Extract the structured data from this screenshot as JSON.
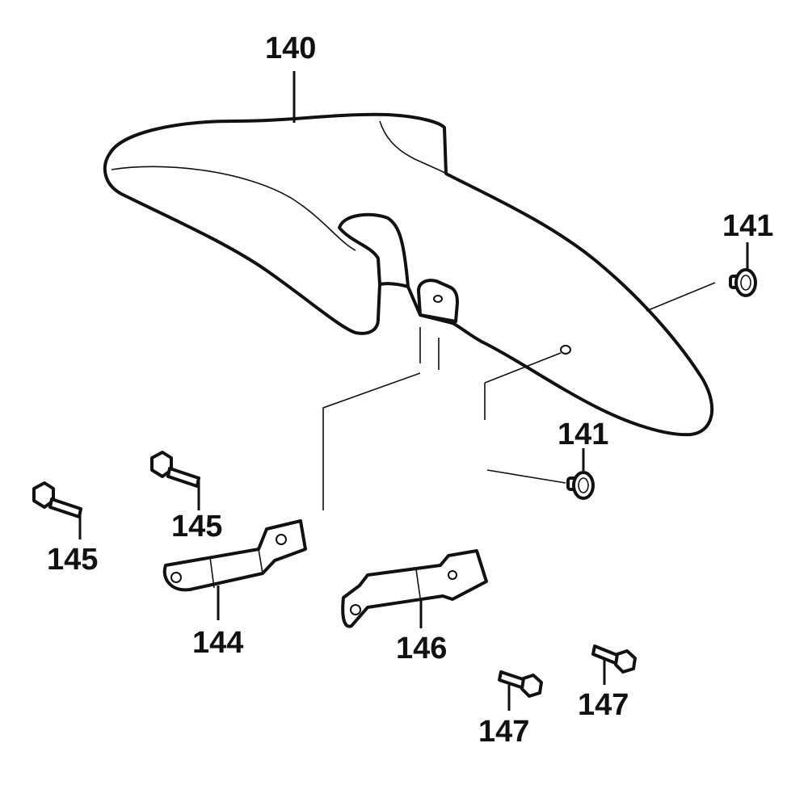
{
  "callouts": {
    "fender": "140",
    "nut_right": "141",
    "nut_lower": "141",
    "bolt_left": "145",
    "bolt_mid": "145",
    "bracket_left": "144",
    "bracket_right": "146",
    "screw_lower": "147",
    "screw_right": "147"
  },
  "colors": {
    "ink": "#111111",
    "paper": "#ffffff"
  }
}
